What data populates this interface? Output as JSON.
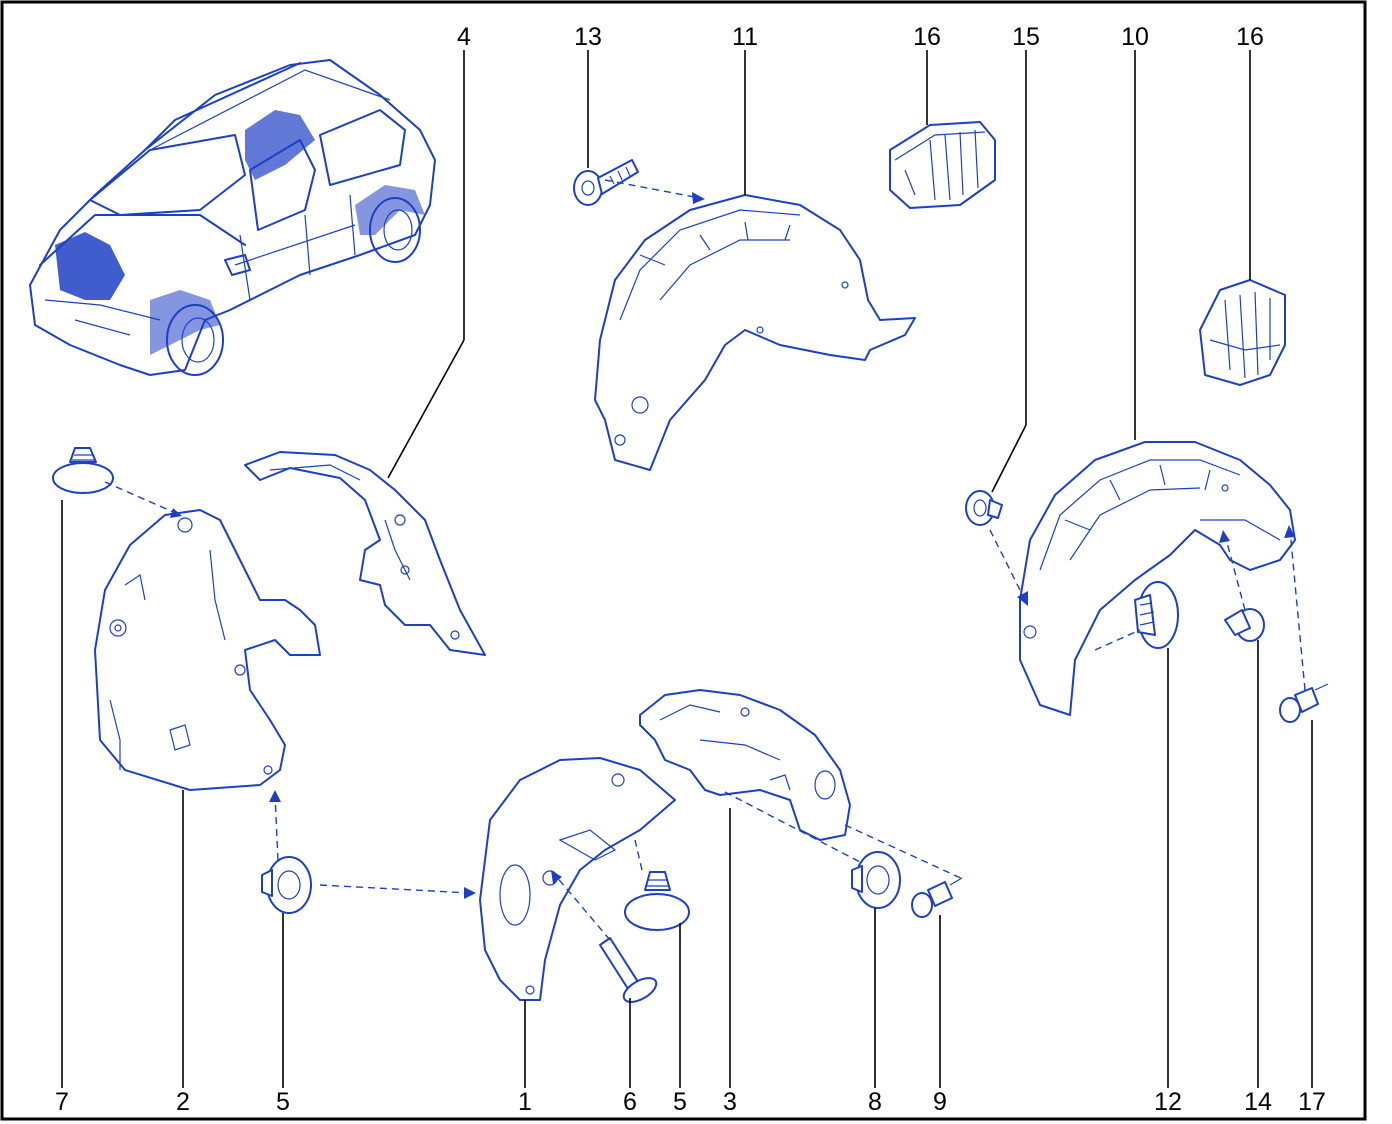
{
  "diagram": {
    "labels_top": [
      "4",
      "13",
      "11",
      "16",
      "15",
      "10",
      "16"
    ],
    "labels_bottom": [
      "7",
      "2",
      "5",
      "1",
      "6",
      "5",
      "3",
      "8",
      "9",
      "12",
      "14",
      "17"
    ],
    "line_color": "#1e3fc4",
    "border_color": "#000000"
  }
}
